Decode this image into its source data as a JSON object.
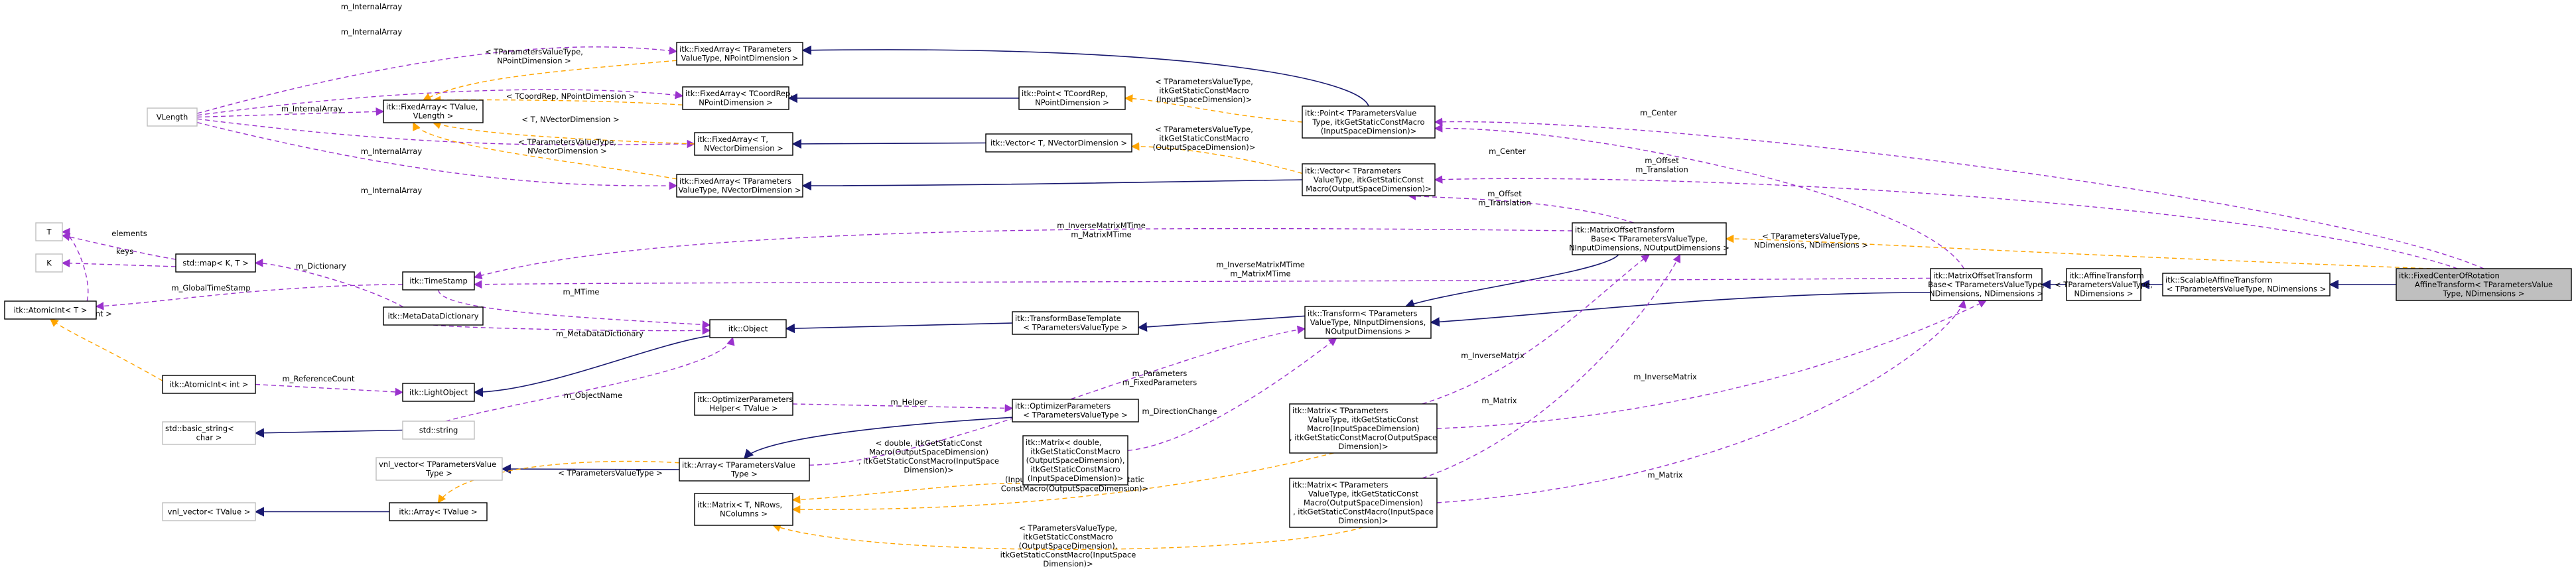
{
  "diagram": {
    "nodes": [
      {
        "id": "fcor",
        "lines": [
          "itk::FixedCenterOfRotation",
          "AffineTransform< TParametersValue",
          "Type, NDimensions >"
        ],
        "focus": true
      },
      {
        "id": "scalaff",
        "lines": [
          "itk::ScalableAffineTransform",
          "< TParametersValueType, NDimensions >"
        ]
      },
      {
        "id": "aff",
        "lines": [
          "itk::AffineTransform",
          "< TParametersValueType,",
          "NDimensions >"
        ]
      },
      {
        "id": "mot",
        "lines": [
          "itk::MatrixOffsetTransform",
          "Base< TParametersValueType,",
          "NDimensions, NDimensions >"
        ]
      },
      {
        "id": "motb",
        "lines": [
          "itk::MatrixOffsetTransform",
          "Base< TParametersValueType,",
          "NInputDimensions, NOutputDimensions >"
        ]
      },
      {
        "id": "transform",
        "lines": [
          "itk::Transform< TParameters",
          "ValueType, NInputDimensions,",
          "NOutputDimensions >"
        ]
      },
      {
        "id": "tbt",
        "lines": [
          "itk::TransformBaseTemplate",
          "< TParametersValueType >"
        ]
      },
      {
        "id": "opt",
        "lines": [
          "itk::OptimizerParameters",
          "< TParametersValueType >"
        ]
      },
      {
        "id": "object",
        "lines": [
          "itk::Object"
        ]
      },
      {
        "id": "lightobj",
        "lines": [
          "itk::LightObject"
        ]
      },
      {
        "id": "timestamp",
        "lines": [
          "itk::TimeStamp"
        ]
      },
      {
        "id": "metadict",
        "lines": [
          "itk::MetaDataDictionary"
        ]
      },
      {
        "id": "atomic",
        "lines": [
          "itk::AtomicInt< T >"
        ]
      },
      {
        "id": "atomicint",
        "lines": [
          "itk::AtomicInt< int >"
        ]
      },
      {
        "id": "stdmap",
        "lines": [
          "std::map< K, T >"
        ]
      },
      {
        "id": "T",
        "lines": [
          "T"
        ],
        "gray": true
      },
      {
        "id": "K",
        "lines": [
          "K"
        ],
        "gray": true
      },
      {
        "id": "stdstring",
        "lines": [
          "std::string"
        ],
        "gray": true
      },
      {
        "id": "basicstring",
        "lines": [
          "std::basic_string<",
          "char >"
        ],
        "gray": true
      },
      {
        "id": "opthelper",
        "lines": [
          "itk::OptimizerParameters",
          "Helper< TValue >"
        ]
      },
      {
        "id": "arrayTPV",
        "lines": [
          "itk::Array< TParametersValue",
          "Type >"
        ]
      },
      {
        "id": "arrayTValue",
        "lines": [
          "itk::Array< TValue >"
        ]
      },
      {
        "id": "vnlTPV",
        "lines": [
          "vnl_vector< TParametersValue",
          "Type >"
        ],
        "gray": true
      },
      {
        "id": "vnlTValue",
        "lines": [
          "vnl_vector< TValue >"
        ],
        "gray": true
      },
      {
        "id": "matrixTRC",
        "lines": [
          "itk::Matrix< T, NRows,",
          "NColumns >"
        ]
      },
      {
        "id": "matrixDouble",
        "lines": [
          "itk::Matrix< double,",
          "itkGetStaticConstMacro",
          "(OutputSpaceDimension),",
          "itkGetStaticConstMacro",
          "(InputSpaceDimension)>"
        ]
      },
      {
        "id": "matrixIO",
        "lines": [
          "itk::Matrix< TParameters",
          "ValueType, itkGetStaticConst",
          "Macro(InputSpaceDimension)",
          ", itkGetStaticConstMacro(OutputSpace",
          "Dimension)>"
        ]
      },
      {
        "id": "matrixOI",
        "lines": [
          "itk::Matrix< TParameters",
          "ValueType, itkGetStaticConst",
          "Macro(OutputSpaceDimension)",
          ", itkGetStaticConstMacro(InputSpace",
          "Dimension)>"
        ]
      },
      {
        "id": "vlength",
        "lines": [
          "VLength"
        ],
        "gray": true
      },
      {
        "id": "fixedTPV_NPD",
        "lines": [
          "itk::FixedArray< TParameters",
          "ValueType, NPointDimension >"
        ]
      },
      {
        "id": "fixedTCR",
        "lines": [
          "itk::FixedArray< TCoordRep,",
          "NPointDimension >"
        ]
      },
      {
        "id": "fixedTValueVL",
        "lines": [
          "itk::FixedArray< TValue,",
          "VLength >"
        ]
      },
      {
        "id": "fixedT_NVD",
        "lines": [
          "itk::FixedArray< T,",
          "NVectorDimension >"
        ]
      },
      {
        "id": "fixedTPV_NVD",
        "lines": [
          "itk::FixedArray< TParameters",
          "ValueType, NVectorDimension >"
        ]
      },
      {
        "id": "pointTCR",
        "lines": [
          "itk::Point< TCoordRep,",
          "NPointDimension >"
        ]
      },
      {
        "id": "vectorT",
        "lines": [
          "itk::Vector< T, NVectorDimension >"
        ]
      },
      {
        "id": "pointTPV",
        "lines": [
          "itk::Point< TParametersValue",
          "Type, itkGetStaticConstMacro",
          "(InputSpaceDimension)>"
        ]
      },
      {
        "id": "vectorTPV",
        "lines": [
          "itk::Vector< TParameters",
          "ValueType, itkGetStaticConst",
          "Macro(OutputSpaceDimension)>"
        ]
      }
    ],
    "edge_labels": [
      {
        "id": "l_intarr1",
        "lines": [
          "m_InternalArray"
        ]
      },
      {
        "id": "l_intarr2",
        "lines": [
          "m_InternalArray"
        ]
      },
      {
        "id": "l_intarr3",
        "lines": [
          "m_InternalArray"
        ]
      },
      {
        "id": "l_intarr4",
        "lines": [
          "m_InternalArray"
        ]
      },
      {
        "id": "l_intarr5",
        "lines": [
          "m_InternalArray"
        ]
      },
      {
        "id": "l_tpv_npd",
        "lines": [
          "< TParametersValueType,",
          "NPointDimension >"
        ]
      },
      {
        "id": "l_tcr_npd",
        "lines": [
          "< TCoordRep, NPointDimension >"
        ]
      },
      {
        "id": "l_t_nvd",
        "lines": [
          "< T, NVectorDimension >"
        ]
      },
      {
        "id": "l_tpv_nvd",
        "lines": [
          "< TParametersValueType,",
          "NVectorDimension >"
        ]
      },
      {
        "id": "l_point_tpl",
        "lines": [
          "< TParametersValueType,",
          "itkGetStaticConstMacro",
          "(InputSpaceDimension)>"
        ]
      },
      {
        "id": "l_vector_tpl",
        "lines": [
          "< TParametersValueType,",
          "itkGetStaticConstMacro",
          "(OutputSpaceDimension)>"
        ]
      },
      {
        "id": "l_center1",
        "lines": [
          "m_Center"
        ]
      },
      {
        "id": "l_center2",
        "lines": [
          "m_Center"
        ]
      },
      {
        "id": "l_offset1",
        "lines": [
          "m_Offset",
          "m_Translation"
        ]
      },
      {
        "id": "l_offset2",
        "lines": [
          "m_Offset",
          "m_Translation"
        ]
      },
      {
        "id": "l_invmtime1",
        "lines": [
          "m_InverseMatrixMTime",
          "m_MatrixMTime"
        ]
      },
      {
        "id": "l_invmtime2",
        "lines": [
          "m_InverseMatrixMTime",
          "m_MatrixMTime"
        ]
      },
      {
        "id": "l_mot_tpl",
        "lines": [
          "< TParametersValueType,",
          "NDimensions, NDimensions >"
        ]
      },
      {
        "id": "l_elements",
        "lines": [
          "elements"
        ]
      },
      {
        "id": "l_keys",
        "lines": [
          "keys"
        ]
      },
      {
        "id": "l_dictionary",
        "lines": [
          "m_Dictionary"
        ]
      },
      {
        "id": "l_gts",
        "lines": [
          "m_GlobalTimeStamp"
        ]
      },
      {
        "id": "l_int",
        "lines": [
          "< int >"
        ]
      },
      {
        "id": "l_mtime",
        "lines": [
          "m_MTime"
        ]
      },
      {
        "id": "l_metadict",
        "lines": [
          "m_MetaDataDictionary"
        ]
      },
      {
        "id": "l_refcount",
        "lines": [
          "m_ReferenceCount"
        ]
      },
      {
        "id": "l_objname",
        "lines": [
          "m_ObjectName"
        ]
      },
      {
        "id": "l_params",
        "lines": [
          "m_Parameters",
          "m_FixedParameters"
        ]
      },
      {
        "id": "l_helper",
        "lines": [
          "m_Helper"
        ]
      },
      {
        "id": "l_dirchange",
        "lines": [
          "m_DirectionChange"
        ]
      },
      {
        "id": "l_invmatrix1",
        "lines": [
          "m_InverseMatrix"
        ]
      },
      {
        "id": "l_invmatrix2",
        "lines": [
          "m_InverseMatrix"
        ]
      },
      {
        "id": "l_matrix1",
        "lines": [
          "m_Matrix"
        ]
      },
      {
        "id": "l_matrix2",
        "lines": [
          "m_Matrix"
        ]
      },
      {
        "id": "l_tpvtype",
        "lines": [
          "< TParametersValueType >"
        ]
      },
      {
        "id": "l_double_tpl",
        "lines": [
          "< double, itkGetStaticConst",
          "Macro(OutputSpaceDimension)",
          ", itkGetStaticConstMacro(InputSpace",
          "Dimension)>"
        ]
      },
      {
        "id": "l_matIO_tpl",
        "lines": [
          "< TParametersValueType,",
          "itkGetStaticConstMacro",
          "(InputSpaceDimension), itkGetStatic",
          "ConstMacro(OutputSpaceDimension)>"
        ]
      },
      {
        "id": "l_matOI_tpl",
        "lines": [
          "< TParametersValueType,",
          "itkGetStaticConstMacro",
          "(OutputSpaceDimension),",
          "itkGetStaticConstMacro(InputSpace",
          "Dimension)>"
        ]
      }
    ]
  }
}
